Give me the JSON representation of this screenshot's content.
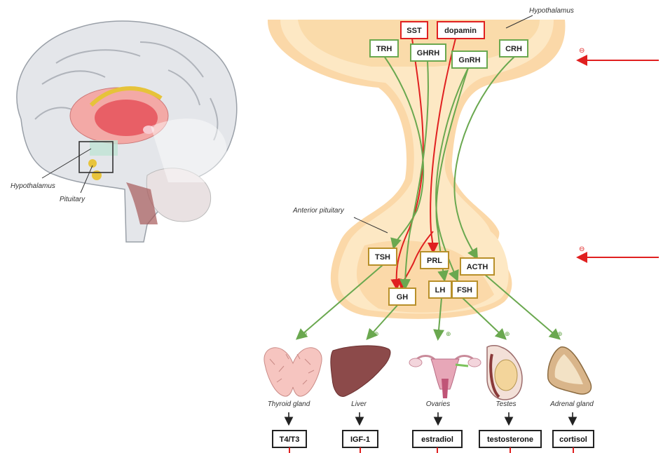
{
  "labels": {
    "hypothalamus_top": "Hypothalamus",
    "hypothalamus_left": "Hypothalamus",
    "pituitary_left": "Pituitary",
    "anterior_pituitary": "Anterior pituitary"
  },
  "releasing_hormones": {
    "sst": "SST",
    "dopamin": "dopamin",
    "trh": "TRH",
    "ghrh": "GHRH",
    "gnrh": "GnRH",
    "crh": "CRH"
  },
  "pituitary_hormones": {
    "tsh": "TSH",
    "prl": "PRL",
    "acth": "ACTH",
    "gh": "GH",
    "lh": "LH",
    "fsh": "FSH"
  },
  "target_organs": {
    "thyroid": "Thyroid gland",
    "liver": "Liver",
    "ovaries": "Ovaries",
    "testes": "Testes",
    "adrenal": "Adrenal gland"
  },
  "output_hormones": {
    "t4t3": "T4/T3",
    "igf1": "IGF-1",
    "estradiol": "estradiol",
    "testosterone": "testosterone",
    "cortisol": "cortisol"
  },
  "symbols": {
    "plus": "⊕",
    "minus": "⊖"
  },
  "colors": {
    "inhibit_red": "#e02020",
    "stimulate_green": "#6aa84f",
    "pituitary_box": "#b8902a",
    "tissue": "#fde8c4"
  }
}
